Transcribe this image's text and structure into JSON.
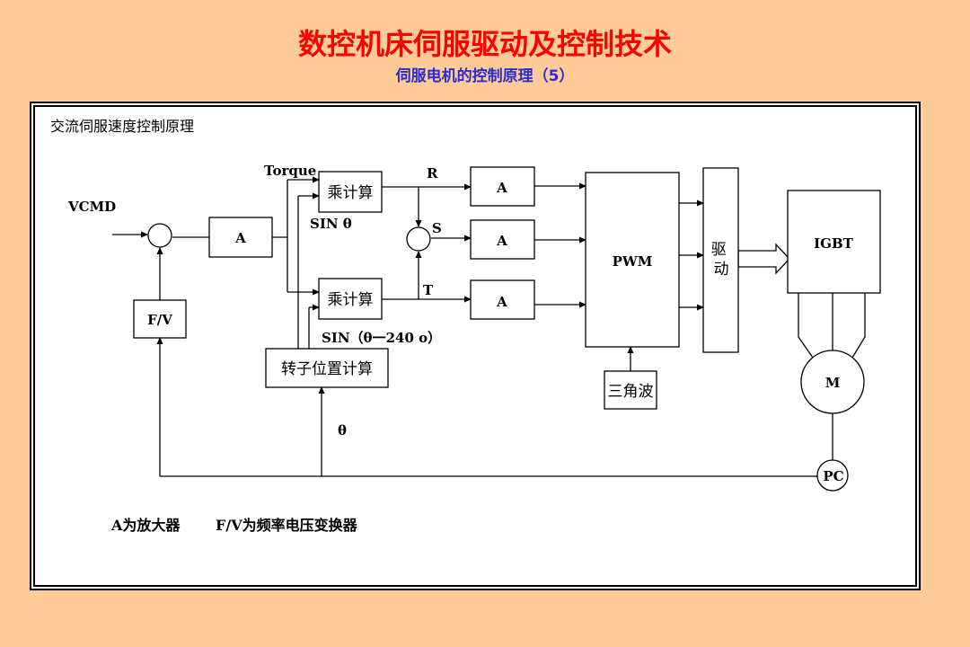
{
  "slide": {
    "title": "数控机床伺服驱动及控制技术",
    "subtitle": "伺服电机的控制原理（5）"
  },
  "diagram": {
    "heading": "交流伺服速度控制原理",
    "input_label": "VCMD",
    "torque_label": "Torque",
    "amp_main": "A",
    "fv_block": "F/V",
    "multiplier_top": "乘计算",
    "multiplier_bottom": "乘计算",
    "sin_top": "SIN θ",
    "sin_bottom": "SIN（θ一240 ο）",
    "rotor_position": "转子位置计算",
    "theta": "θ",
    "phase_r": "R",
    "phase_s": "S",
    "phase_t": "T",
    "amp_r": "A",
    "amp_s": "A",
    "amp_t": "A",
    "pwm": "PWM",
    "triangle_wave": "三角波",
    "driver": "驱动",
    "igbt": "IGBT",
    "motor": "M",
    "encoder": "PC",
    "legend_a": "A为放大器",
    "legend_fv": "F/V为频率电压变换器"
  }
}
